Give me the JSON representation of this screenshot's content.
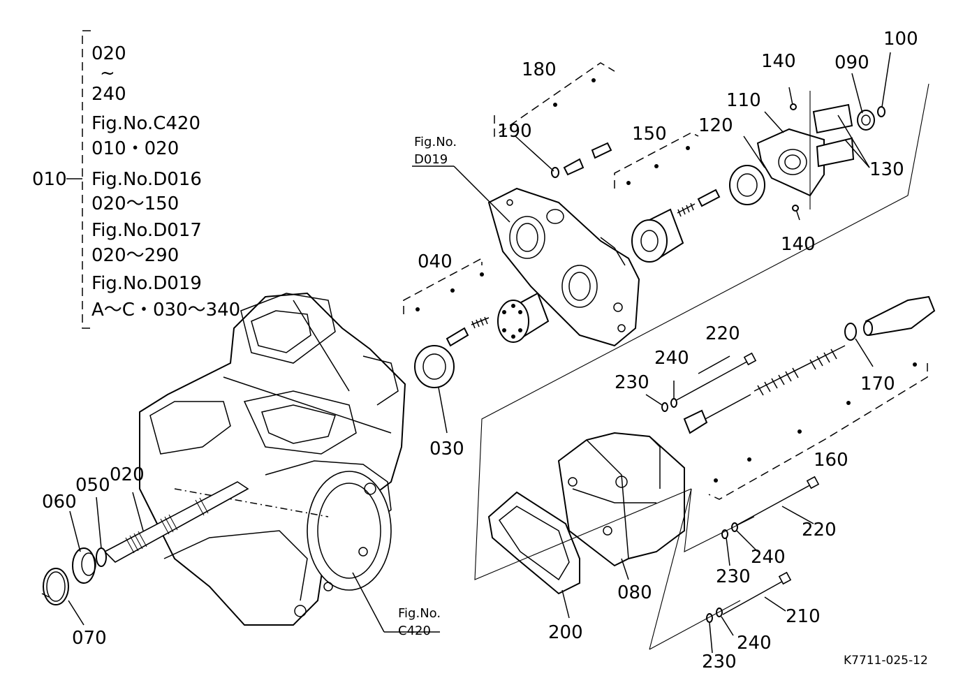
{
  "legend": {
    "main_part": "010",
    "lines": [
      "020",
      "~",
      "240",
      "Fig.No.C420",
      "010・020",
      "Fig.No.D016",
      "020～150",
      "Fig.No.D017",
      "020～290",
      "Fig.No.D019",
      "A～C・030～340"
    ]
  },
  "fig_refs": {
    "d019_line1": "Fig.No.",
    "d019_line2": "D019",
    "c420_line1": "Fig.No.",
    "c420_line2": "C420"
  },
  "part_labels": {
    "p180": "180",
    "p190": "190",
    "p150": "150",
    "p120": "120",
    "p110": "110",
    "p140_top": "140",
    "p090": "090",
    "p100": "100",
    "p130": "130",
    "p140_bottom": "140",
    "p040": "040",
    "p030": "030",
    "p220_top": "220",
    "p240_top": "240",
    "p230_top": "230",
    "p170": "170",
    "p160": "160",
    "p020": "020",
    "p050": "050",
    "p060": "060",
    "p070": "070",
    "p080": "080",
    "p200": "200",
    "p220_mid": "220",
    "p240_mid": "240",
    "p230_mid": "230",
    "p210": "210",
    "p240_bot": "240",
    "p230_bot": "230"
  },
  "drawing_code": "K7711-025-12"
}
